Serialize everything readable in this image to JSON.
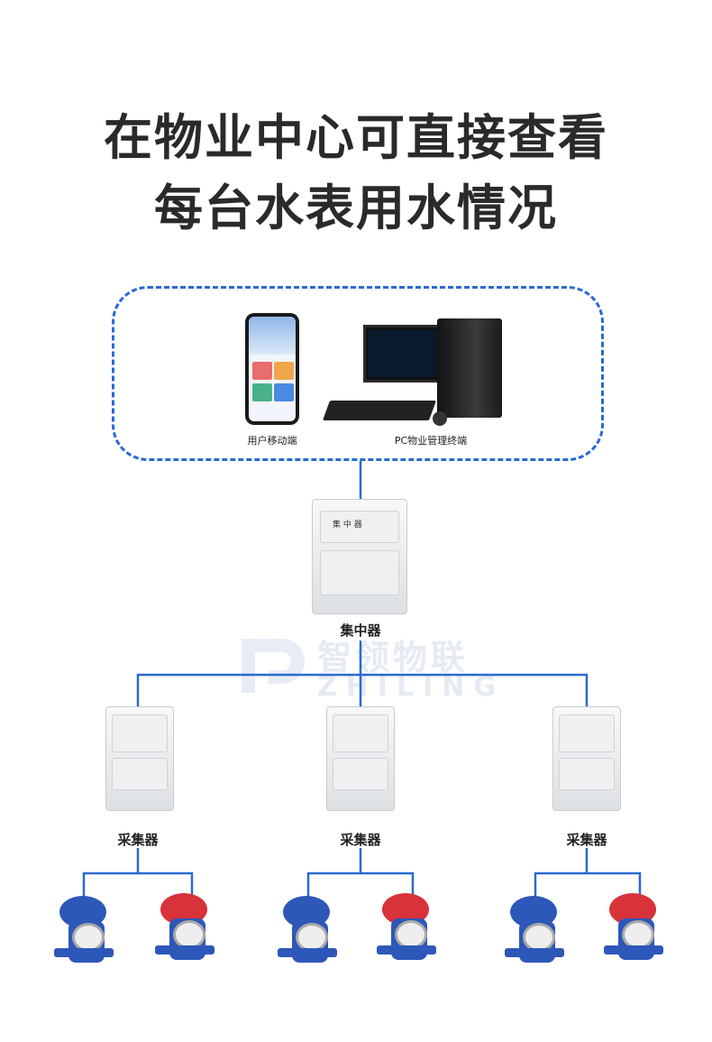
{
  "title": {
    "line1": "在物业中心可直接查看",
    "line2": "每台水表用水情况"
  },
  "top_box": {
    "mobile_label": "用户移动端",
    "pc_label": "PC物业管理终端"
  },
  "concentrator": {
    "label": "集中器",
    "device_text": "集 中 器"
  },
  "collectors": [
    {
      "label": "采集器"
    },
    {
      "label": "采集器"
    },
    {
      "label": "采集器"
    }
  ],
  "watermark": {
    "cn": "智领物联",
    "en": "ZHILING"
  },
  "colors": {
    "line": "#2a6ad0",
    "meter_blue": "#2d57b8",
    "meter_red": "#d8323a"
  }
}
